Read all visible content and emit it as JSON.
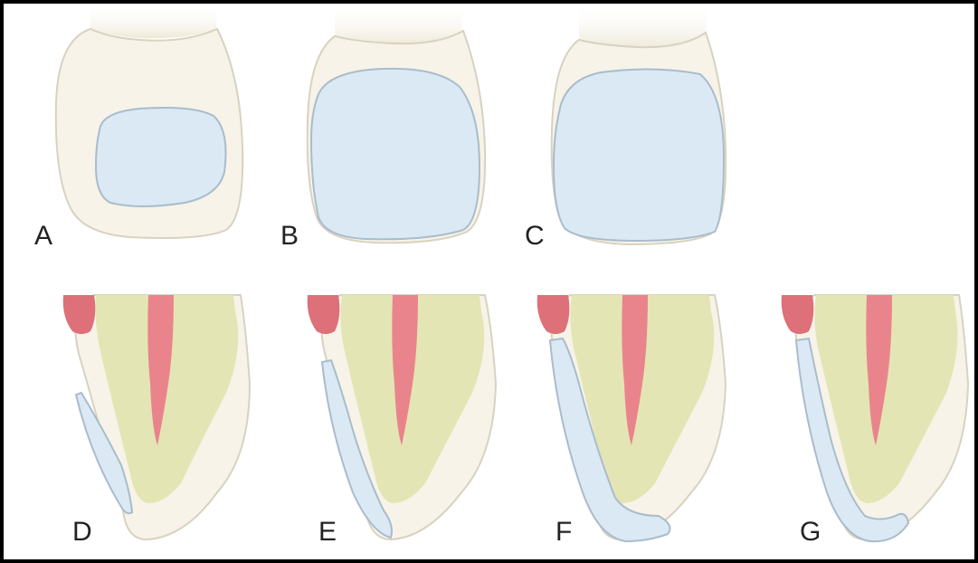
{
  "panels": {
    "a": {
      "label": "A"
    },
    "b": {
      "label": "B"
    },
    "c": {
      "label": "C"
    },
    "d": {
      "label": "D"
    },
    "e": {
      "label": "E"
    },
    "f": {
      "label": "F"
    },
    "g": {
      "label": "G"
    }
  },
  "colors": {
    "frame": "#000000",
    "enamel": "#f7f3e8",
    "enamel_outline": "#d8d2c0",
    "veneer": "#dbe9f5",
    "veneer_outline": "#a9bccb",
    "dentin": "#e4e5b4",
    "pulp": "#e9848c",
    "gingiva": "#dd7078"
  }
}
